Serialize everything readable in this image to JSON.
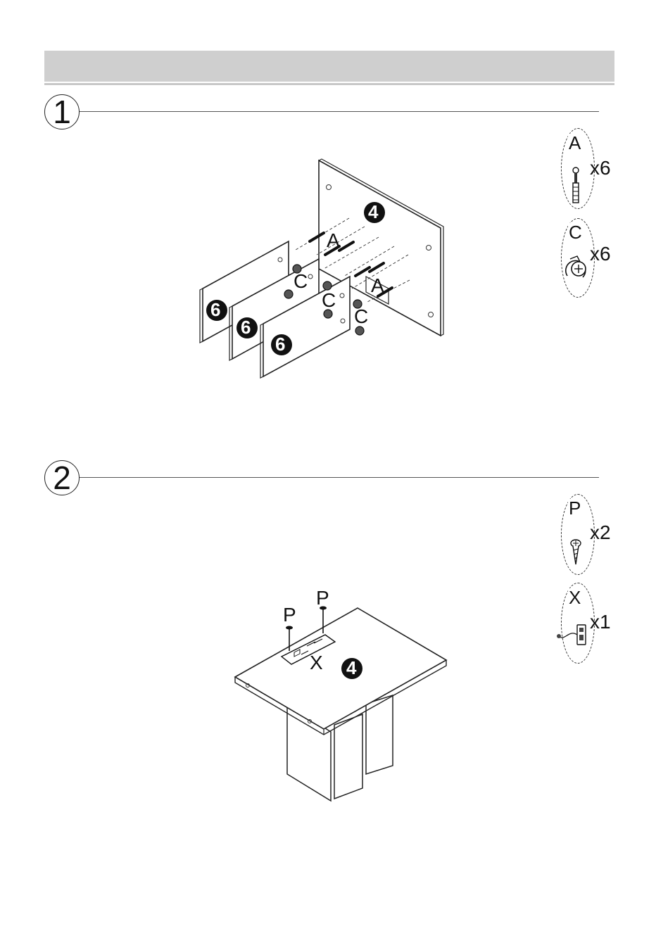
{
  "steps": [
    {
      "number": "1",
      "labels": {
        "a_top": "A",
        "a_right": "A",
        "c_left": "C",
        "c_mid": "C",
        "c_right": "C"
      },
      "panel_ids": {
        "back_panel": "4",
        "shelf_1": "6",
        "shelf_2": "6",
        "shelf_3": "6"
      },
      "parts": [
        {
          "letter": "A",
          "quantity": "x6",
          "icon": "cam-bolt-icon"
        },
        {
          "letter": "C",
          "quantity": "x6",
          "icon": "cam-lock-icon"
        }
      ]
    },
    {
      "number": "2",
      "labels": {
        "p_left": "P",
        "p_right": "P",
        "x": "X"
      },
      "panel_ids": {
        "table_top": "4"
      },
      "parts": [
        {
          "letter": "P",
          "quantity": "x2",
          "icon": "screw-icon"
        },
        {
          "letter": "X",
          "quantity": "x1",
          "icon": "power-outlet-icon"
        }
      ]
    }
  ]
}
